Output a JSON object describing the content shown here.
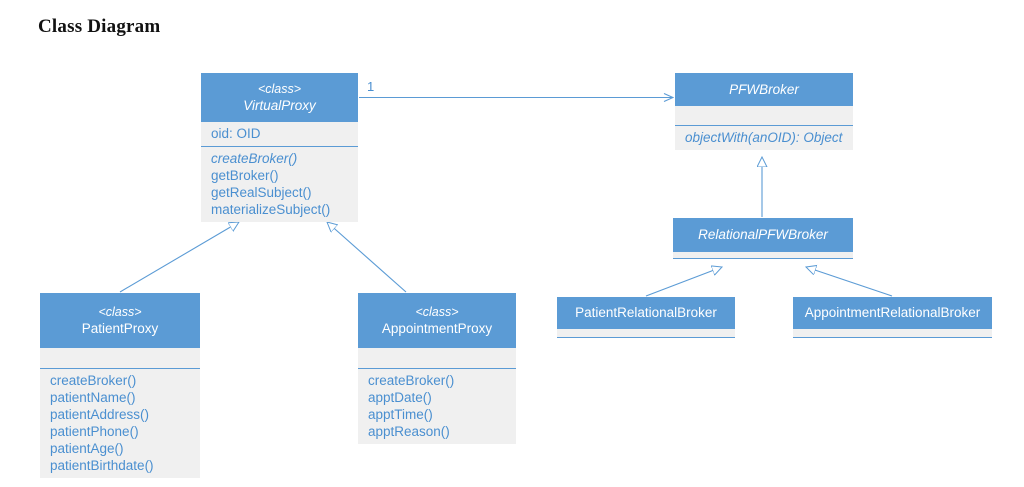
{
  "page": {
    "title": "Class Diagram"
  },
  "diagram": {
    "type": "uml-class-diagram",
    "accent_color": "#5b9bd5",
    "body_color": "#f0f0f0",
    "text_color": "#4a8fd0",
    "header_text_color": "#ffffff",
    "classes": [
      {
        "id": "virtualproxy",
        "stereotype": "<class>",
        "name": "VirtualProxy",
        "name_italic": true,
        "attributes": [
          "oid: OID"
        ],
        "methods": [
          "createBroker()",
          "getBroker()",
          "getRealSubject()",
          "materializeSubject()"
        ],
        "abstract_methods": [
          "createBroker()"
        ]
      },
      {
        "id": "pfwbroker",
        "stereotype": "",
        "name": "PFWBroker",
        "name_italic": true,
        "attributes": [],
        "methods": [
          "objectWith(anOID): Object"
        ],
        "abstract_methods": [
          "objectWith(anOID): Object"
        ]
      },
      {
        "id": "relationalpfwbroker",
        "stereotype": "",
        "name": "RelationalPFWBroker",
        "name_italic": true,
        "attributes": [],
        "methods": [],
        "abstract_methods": []
      },
      {
        "id": "patientproxy",
        "stereotype": "<class>",
        "name": "PatientProxy",
        "name_italic": false,
        "attributes": [],
        "methods": [
          "createBroker()",
          "patientName()",
          "patientAddress()",
          "patientPhone()",
          "patientAge()",
          "patientBirthdate()"
        ],
        "abstract_methods": []
      },
      {
        "id": "appointmentproxy",
        "stereotype": "<class>",
        "name": "AppointmentProxy",
        "name_italic": false,
        "attributes": [],
        "methods": [
          "createBroker()",
          "apptDate()",
          "apptTime()",
          "apptReason()"
        ],
        "abstract_methods": []
      },
      {
        "id": "patientrelationalbroker",
        "stereotype": "",
        "name": "PatientRelationalBroker",
        "name_italic": false,
        "attributes": [],
        "methods": [],
        "abstract_methods": []
      },
      {
        "id": "appointmentrelationalbroker",
        "stereotype": "",
        "name": "AppointmentRelationalBroker",
        "name_italic": false,
        "attributes": [],
        "methods": [],
        "abstract_methods": []
      }
    ],
    "relationships": [
      {
        "kind": "association",
        "from": "VirtualProxy",
        "to": "PFWBroker",
        "multiplicity_source": "1",
        "arrow": "open"
      },
      {
        "kind": "generalization",
        "from": "PatientProxy",
        "to": "VirtualProxy",
        "arrow": "hollow-triangle"
      },
      {
        "kind": "generalization",
        "from": "AppointmentProxy",
        "to": "VirtualProxy",
        "arrow": "hollow-triangle"
      },
      {
        "kind": "generalization",
        "from": "RelationalPFWBroker",
        "to": "PFWBroker",
        "arrow": "hollow-triangle"
      },
      {
        "kind": "generalization",
        "from": "PatientRelationalBroker",
        "to": "RelationalPFWBroker",
        "arrow": "hollow-triangle"
      },
      {
        "kind": "generalization",
        "from": "AppointmentRelationalBroker",
        "to": "RelationalPFWBroker",
        "arrow": "hollow-triangle"
      }
    ],
    "labels": {
      "multiplicity_one": "1"
    }
  }
}
